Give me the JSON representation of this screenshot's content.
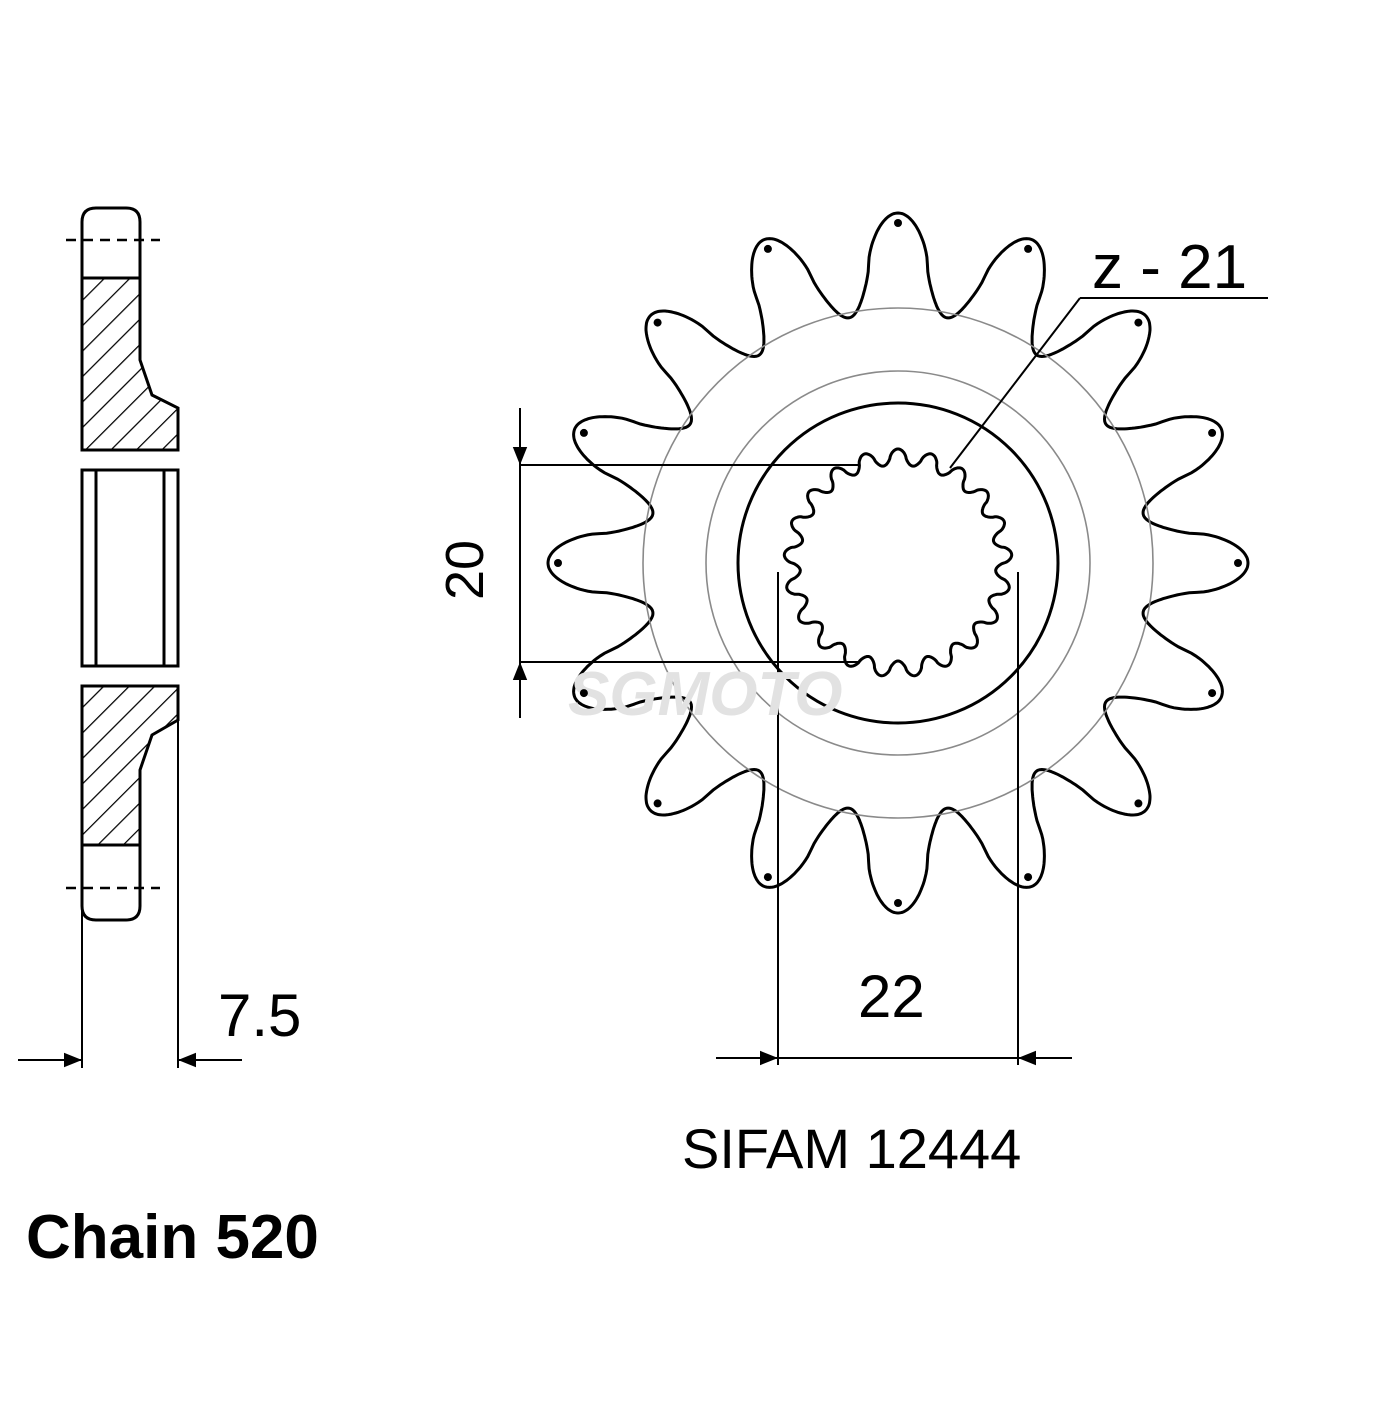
{
  "diagram": {
    "tooth_label": "z - 21",
    "dim_bore_height": "20",
    "dim_spline_width": "22",
    "dim_thickness": "7.5",
    "part_number": "SIFAM 12444",
    "chain_label": "Chain 520",
    "watermark": "SGMOTO",
    "sprocket_tooth_count": 16,
    "spline_tooth_count": 21,
    "colors": {
      "line": "#000000",
      "ring": "#8a8a8a",
      "background": "#ffffff"
    }
  }
}
